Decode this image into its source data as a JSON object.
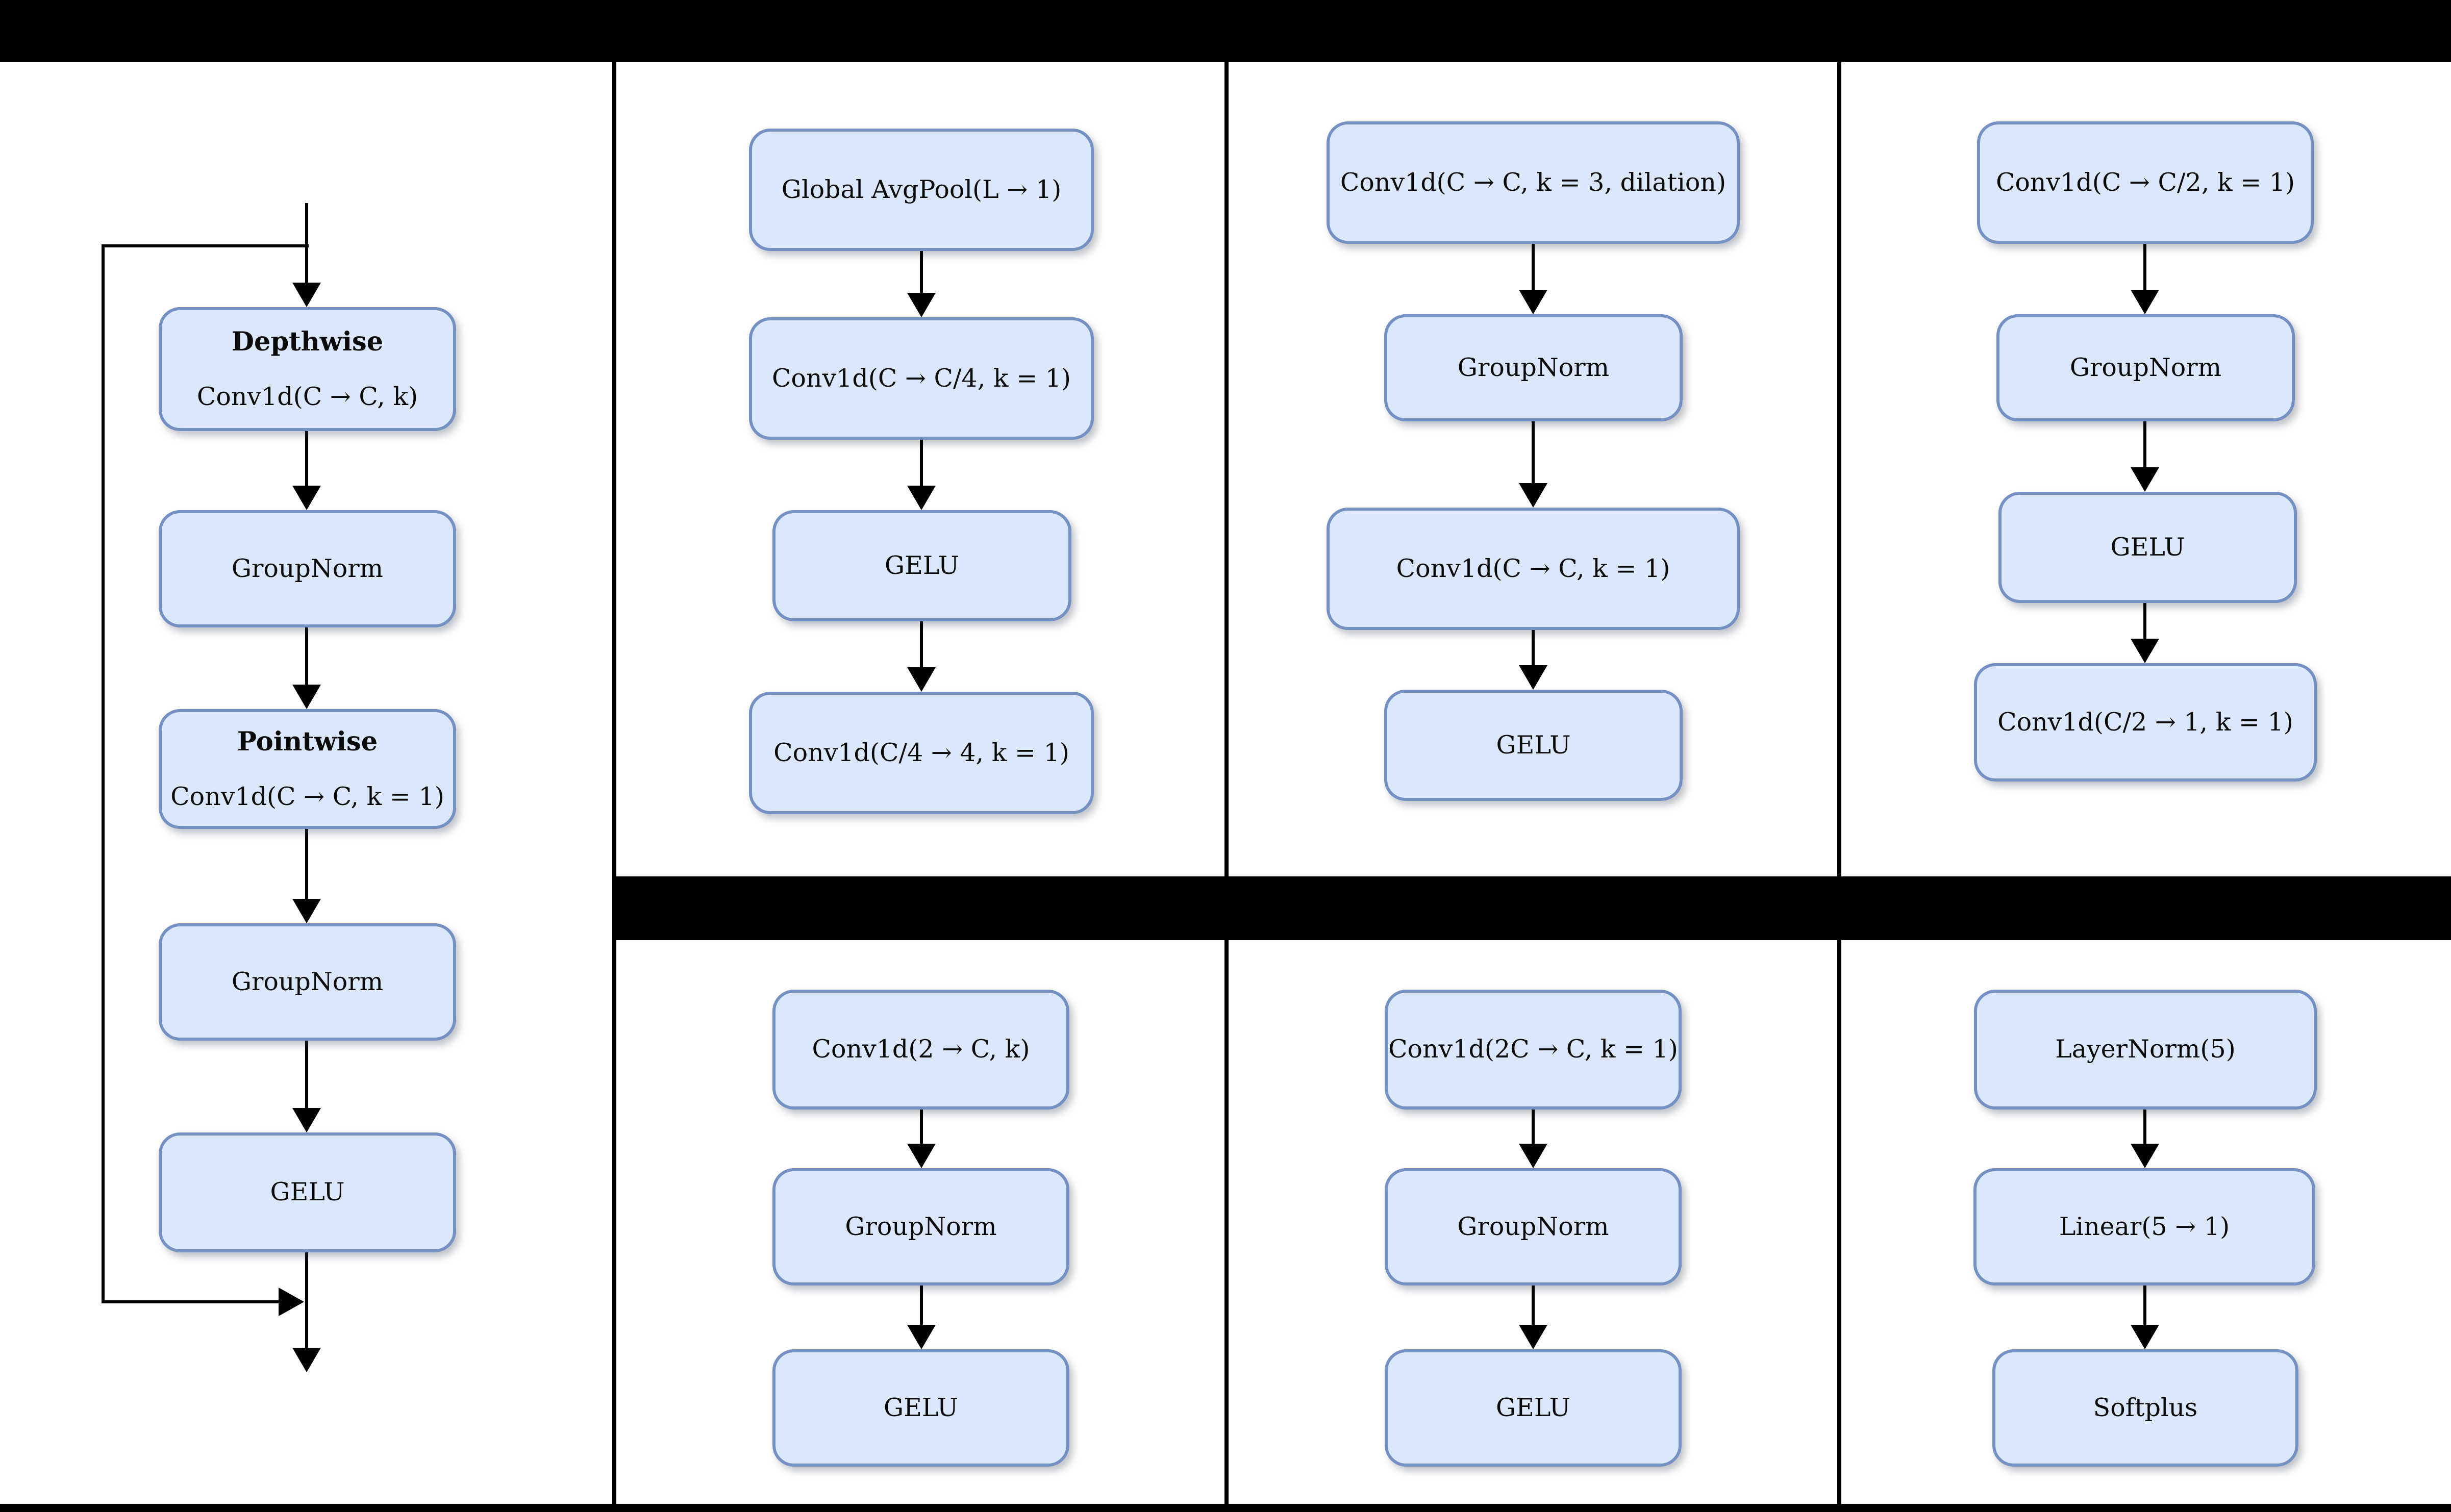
{
  "colors": {
    "box_fill": "#dbe7fa",
    "box_border": "#7590c3",
    "arrow": "#000000",
    "panel_background": "#ffffff",
    "chrome_bars": "#000000",
    "text": "#0a0a0a"
  },
  "panels": {
    "residual": {
      "nodes": [
        {
          "title": "Depthwise",
          "label": "Conv1d(C → C, k)"
        },
        {
          "label": "GroupNorm"
        },
        {
          "title": "Pointwise",
          "label": "Conv1d(C → C, k = 1)"
        },
        {
          "label": "GroupNorm"
        },
        {
          "label": "GELU"
        }
      ]
    },
    "se": {
      "nodes": [
        {
          "label": "Global AvgPool(L → 1)"
        },
        {
          "label": "Conv1d(C → C/4, k = 1)"
        },
        {
          "label": "GELU"
        },
        {
          "label": "Conv1d(C/4 → 4, k = 1)"
        }
      ]
    },
    "dilated": {
      "nodes": [
        {
          "label": "Conv1d(C → C, k = 3, dilation)"
        },
        {
          "label": "GroupNorm"
        },
        {
          "label": "Conv1d(C → C, k = 1)"
        },
        {
          "label": "GELU"
        }
      ]
    },
    "head": {
      "nodes": [
        {
          "label": "Conv1d(C → C/2, k = 1)"
        },
        {
          "label": "GroupNorm"
        },
        {
          "label": "GELU"
        },
        {
          "label": "Conv1d(C/2 → 1, k = 1)"
        }
      ]
    },
    "stem": {
      "nodes": [
        {
          "label": "Conv1d(2 → C, k)"
        },
        {
          "label": "GroupNorm"
        },
        {
          "label": "GELU"
        }
      ]
    },
    "fusion": {
      "nodes": [
        {
          "label": "Conv1d(2C → C, k = 1)"
        },
        {
          "label": "GroupNorm"
        },
        {
          "label": "GELU"
        }
      ]
    },
    "output": {
      "nodes": [
        {
          "label": "LayerNorm(5)"
        },
        {
          "label": "Linear(5 → 1)"
        },
        {
          "label": "Softplus"
        }
      ]
    }
  }
}
